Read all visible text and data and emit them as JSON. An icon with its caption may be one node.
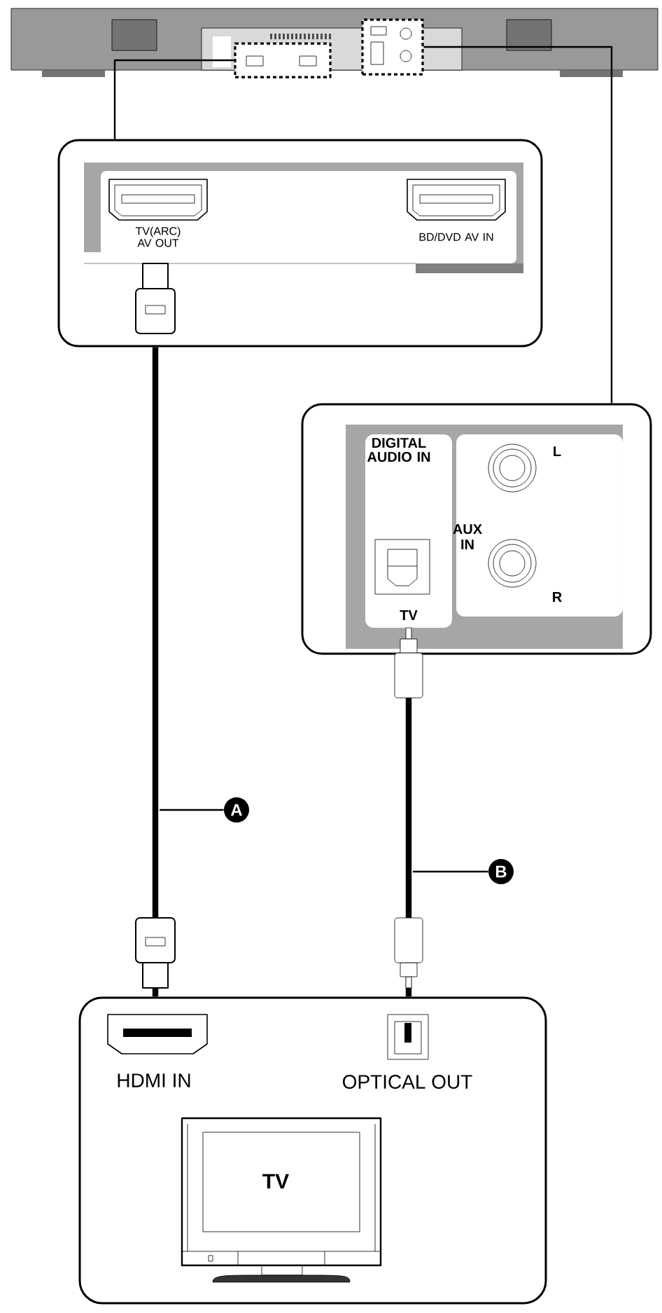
{
  "diagram": {
    "nodes": [
      {
        "text": [],
        "shape": "box"
      },
      {
        "text": [],
        "shape": "box"
      },
      {
        "text": [
          "TV(ARC) AV OUT",
          "BD/DVD AV IN"
        ]
      },
      {
        "text": [
          "DIGITAL AUDIO IN",
          "AUX IN",
          "L",
          "R",
          "TV"
        ]
      },
      {
        "text": [
          "HDMI IN",
          "OPTICAL OUT",
          "TV"
        ]
      },
      {
        "text": [
          "A"
        ]
      },
      {
        "text": [
          "B"
        ]
      }
    ],
    "edges": [
      {
        "from": 0,
        "to": 2,
        "arrow": "none"
      },
      {
        "from": 1,
        "to": 3,
        "arrow": "none"
      },
      {
        "from": 2,
        "to": 4,
        "arrow": "other",
        "style": "thick"
      },
      {
        "from": 3,
        "to": 4,
        "arrow": "other",
        "style": "thick"
      },
      {
        "from": 5,
        "to": null,
        "arrow": "none"
      },
      {
        "from": 6,
        "to": null,
        "arrow": "none"
      }
    ]
  }
}
